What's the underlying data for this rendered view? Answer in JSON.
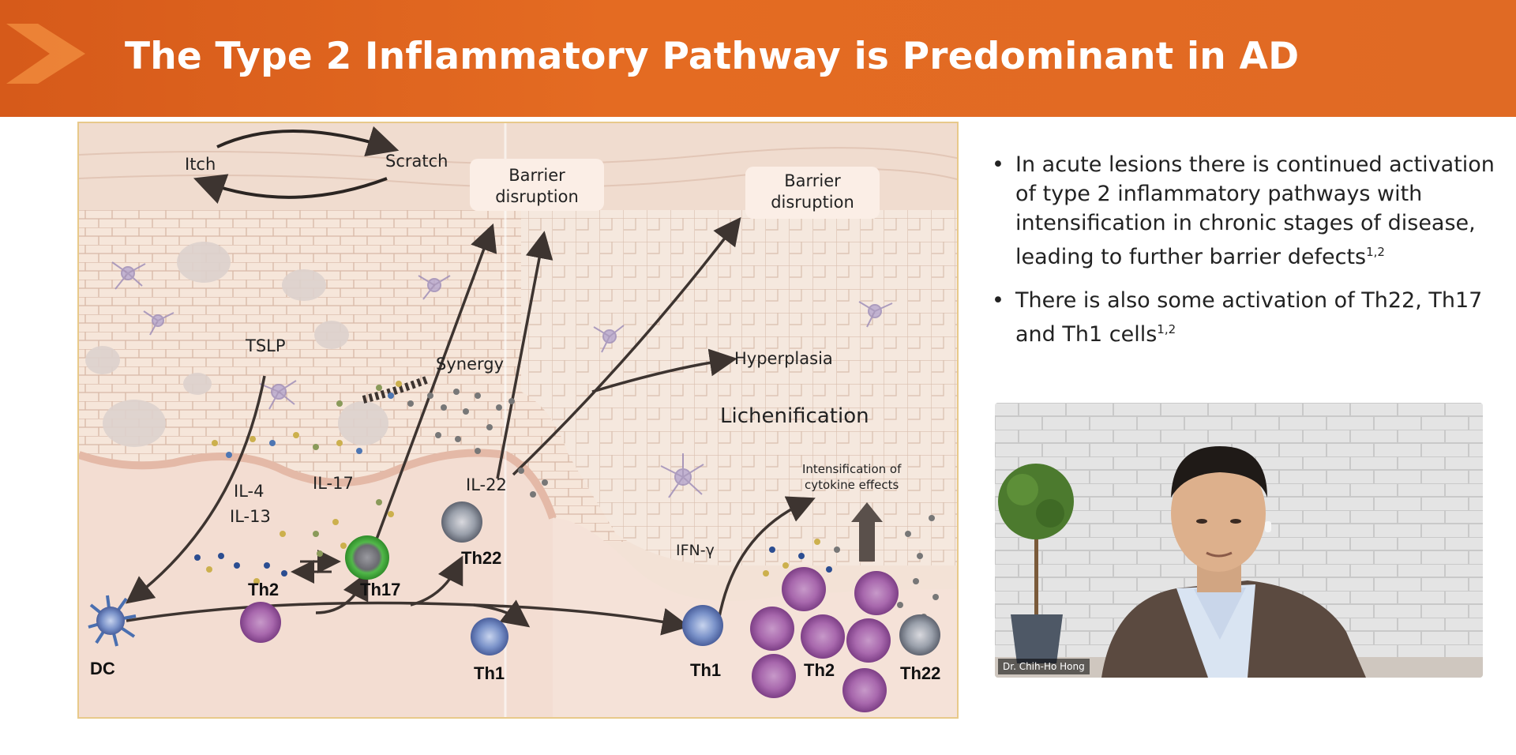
{
  "slide": {
    "title": "The Type 2 Inflammatory Pathway is Predominant in AD",
    "accent_color": "#e06a24",
    "chevron_icon": "chevron-right-icon"
  },
  "figure": {
    "labels": {
      "itch": "Itch",
      "scratch": "Scratch",
      "barrier1": "Barrier\ndisruption",
      "barrier2": "Barrier\ndisruption",
      "tslp": "TSLP",
      "synergy": "Synergy",
      "hyperplasia": "Hyperplasia",
      "lichenification": "Lichenification",
      "il4": "IL-4",
      "il13": "IL-13",
      "il17": "IL-17",
      "il22": "IL-22",
      "ifng": "IFN-γ",
      "intensification": "Intensification of\ncytokine effects"
    },
    "cells": {
      "dc": "DC",
      "th2_left": "Th2",
      "th17": "Th17",
      "th22_left": "Th22",
      "th1_left": "Th1",
      "th1_right": "Th1",
      "th2_right": "Th2",
      "th22_right": "Th22"
    }
  },
  "bullets": [
    {
      "text": "In acute lesions there is continued activation of type 2 inflammatory pathways with intensification in chronic stages of disease, leading to further barrier defects",
      "ref": "1,2"
    },
    {
      "text": "There is also some activation of Th22, Th17 and Th1 cells",
      "ref": "1,2"
    }
  ],
  "video": {
    "speaker_name": "Dr. Chih-Ho Hong"
  }
}
